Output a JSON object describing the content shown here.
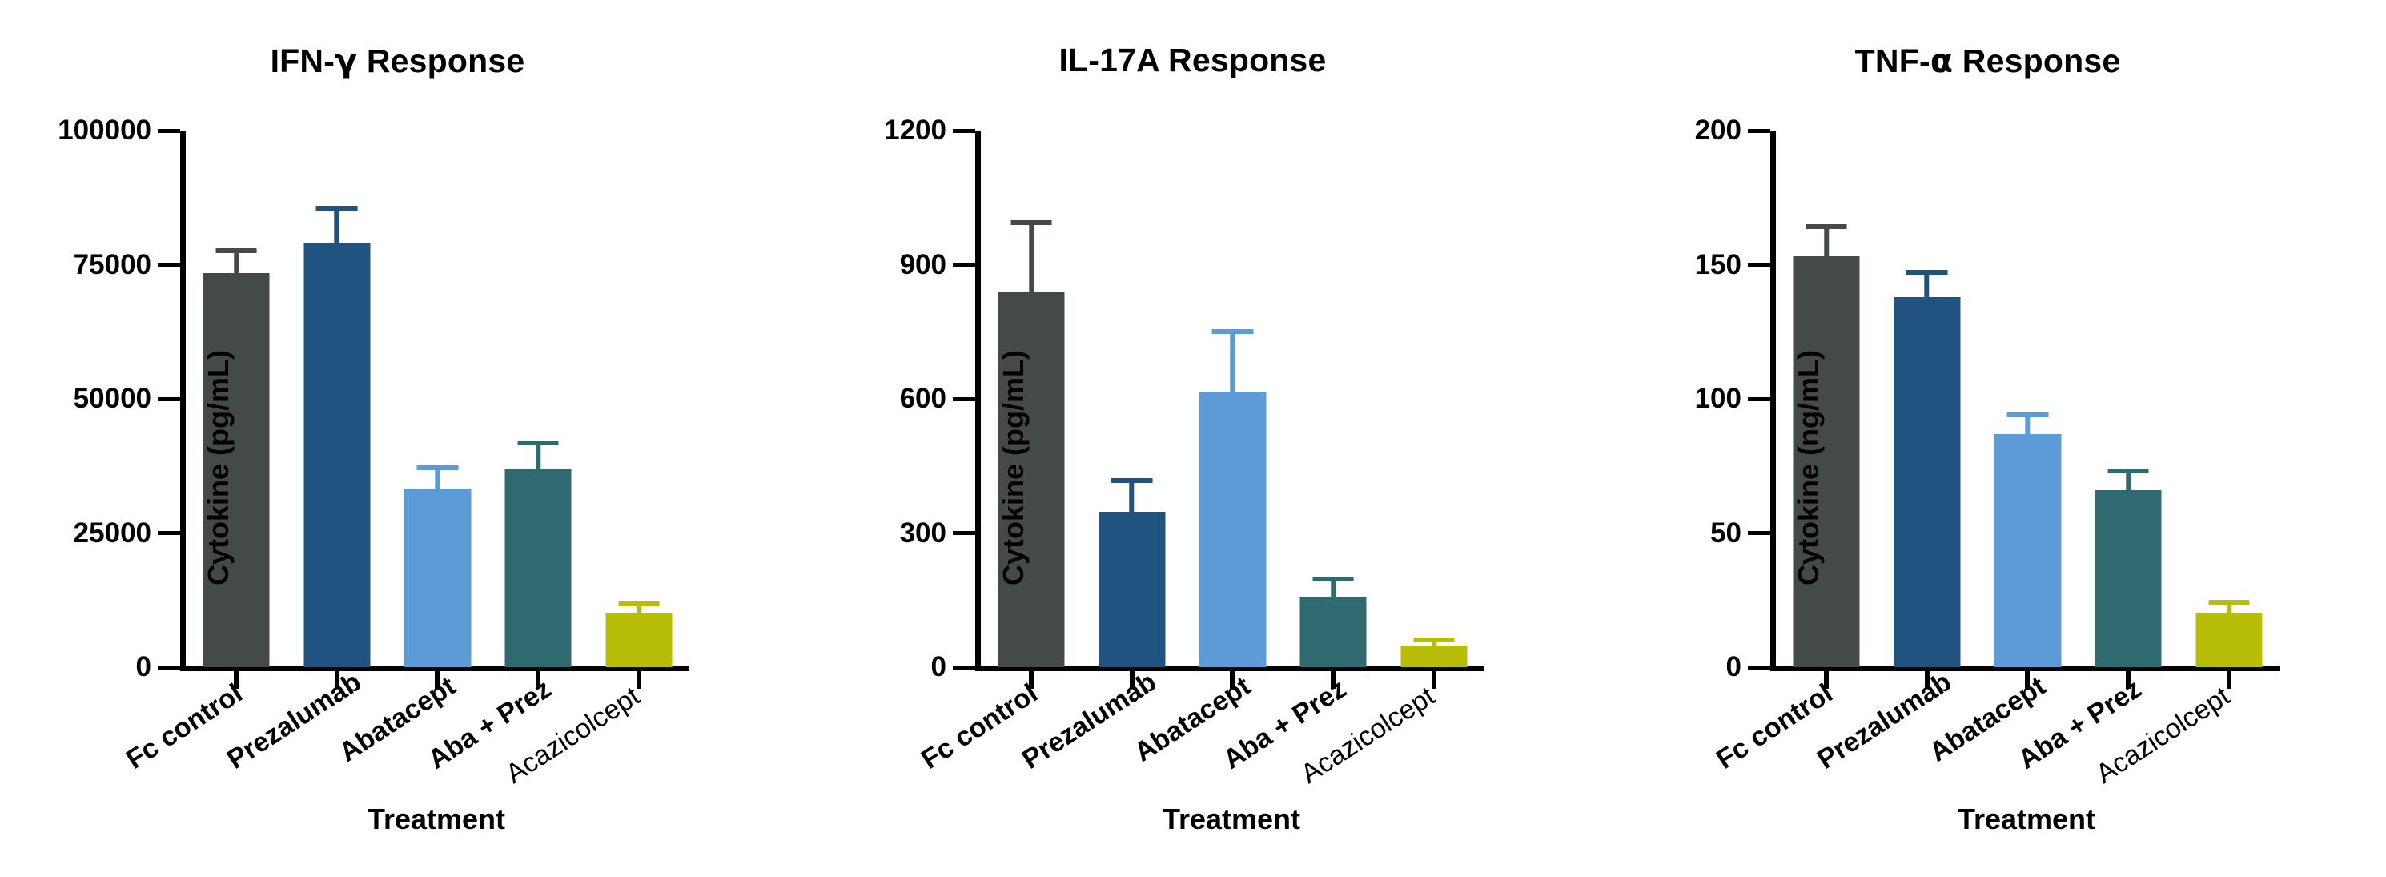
{
  "chart_data": [
    {
      "type": "bar",
      "title": "IFN-γ Response",
      "title_prefix": "IFN-",
      "title_greek": "γ",
      "title_suffix": " Response",
      "xlabel": "Treatment",
      "ylabel": "Cytokine (pg/mL)",
      "categories": [
        "Fc control",
        "Prezalumab",
        "Abatacept",
        "Aba + Prez",
        "Acazicolcept"
      ],
      "values": [
        73500,
        79000,
        33300,
        36800,
        10200
      ],
      "errors": [
        4500,
        7000,
        4300,
        5500,
        2000
      ],
      "colors": [
        "#444a47",
        "#20537f",
        "#5c9bd5",
        "#2e6a70",
        "#b8be07"
      ],
      "ylim": [
        0,
        100000
      ],
      "yticks": [
        0,
        25000,
        50000,
        75000,
        100000
      ],
      "ytick_labels": [
        "0",
        "25000",
        "50000",
        "75000",
        "100000"
      ],
      "grid": false,
      "legend": "none"
    },
    {
      "type": "bar",
      "title": "IL-17A Response",
      "title_prefix": "IL-17A",
      "title_greek": "",
      "title_suffix": " Response",
      "xlabel": "Treatment",
      "ylabel": "Cytokine (pg/mL)",
      "categories": [
        "Fc control",
        "Prezalumab",
        "Abatacept",
        "Aba + Prez",
        "Acazicolcept"
      ],
      "values": [
        840,
        348,
        615,
        158,
        48
      ],
      "errors": [
        160,
        75,
        140,
        45,
        18
      ],
      "colors": [
        "#444a47",
        "#20537f",
        "#5c9bd5",
        "#2e6a70",
        "#b8be07"
      ],
      "ylim": [
        0,
        1200
      ],
      "yticks": [
        0,
        300,
        600,
        900,
        1200
      ],
      "ytick_labels": [
        "0",
        "300",
        "600",
        "900",
        "1200"
      ],
      "grid": false,
      "legend": "none"
    },
    {
      "type": "bar",
      "title": "TNF-α Response",
      "title_prefix": "TNF-",
      "title_greek": "α",
      "title_suffix": " Response",
      "xlabel": "Treatment",
      "ylabel": "Cytokine (ng/mL)",
      "categories": [
        "Fc control",
        "Prezalumab",
        "Abatacept",
        "Aba + Prez",
        "Acazicolcept"
      ],
      "values": [
        153,
        138,
        87,
        66,
        20
      ],
      "errors": [
        12,
        10,
        8,
        8,
        5
      ],
      "colors": [
        "#444a47",
        "#20537f",
        "#5c9bd5",
        "#2e6a70",
        "#b8be07"
      ],
      "ylim": [
        0,
        200
      ],
      "yticks": [
        0,
        50,
        100,
        150,
        200
      ],
      "ytick_labels": [
        "0",
        "50",
        "100",
        "150",
        "200"
      ],
      "grid": false,
      "legend": "none"
    }
  ]
}
